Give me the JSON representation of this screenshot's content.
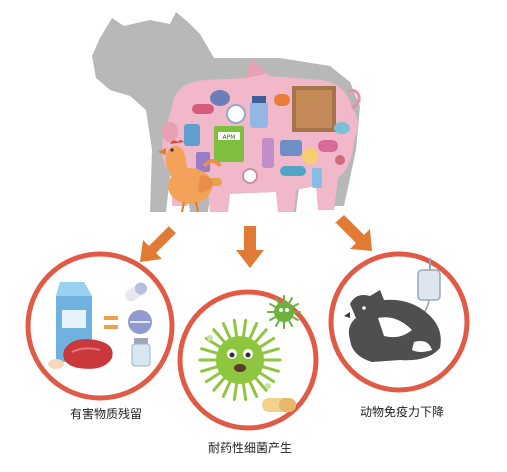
{
  "captions": {
    "residue": "有害物质残留",
    "resistant_bacteria": "耐药性细菌产生",
    "immunity_decline": "动物免疫力下降"
  },
  "pill_labels": {
    "bottle": "APM"
  },
  "colors": {
    "arrow": "#e07a35",
    "ring": "#e05a46",
    "cow_silhouette": "#b8b8b8",
    "pig_body": "#f0b8c8",
    "chicken": "#f3a25a",
    "bacteria": "#8ec63f",
    "bacteria_small": "#6bb33a",
    "calf": "#4f4f4f"
  },
  "icons": [
    "cow-silhouette-icon",
    "pig-with-drugs-icon",
    "chicken-icon",
    "down-arrow-icon",
    "milk-carton-icon",
    "meat-icon",
    "equals-sign-icon",
    "capsule-icon",
    "tablet-icon",
    "vial-icon",
    "bacteria-icon",
    "sick-calf-icon",
    "iv-drip-icon"
  ]
}
